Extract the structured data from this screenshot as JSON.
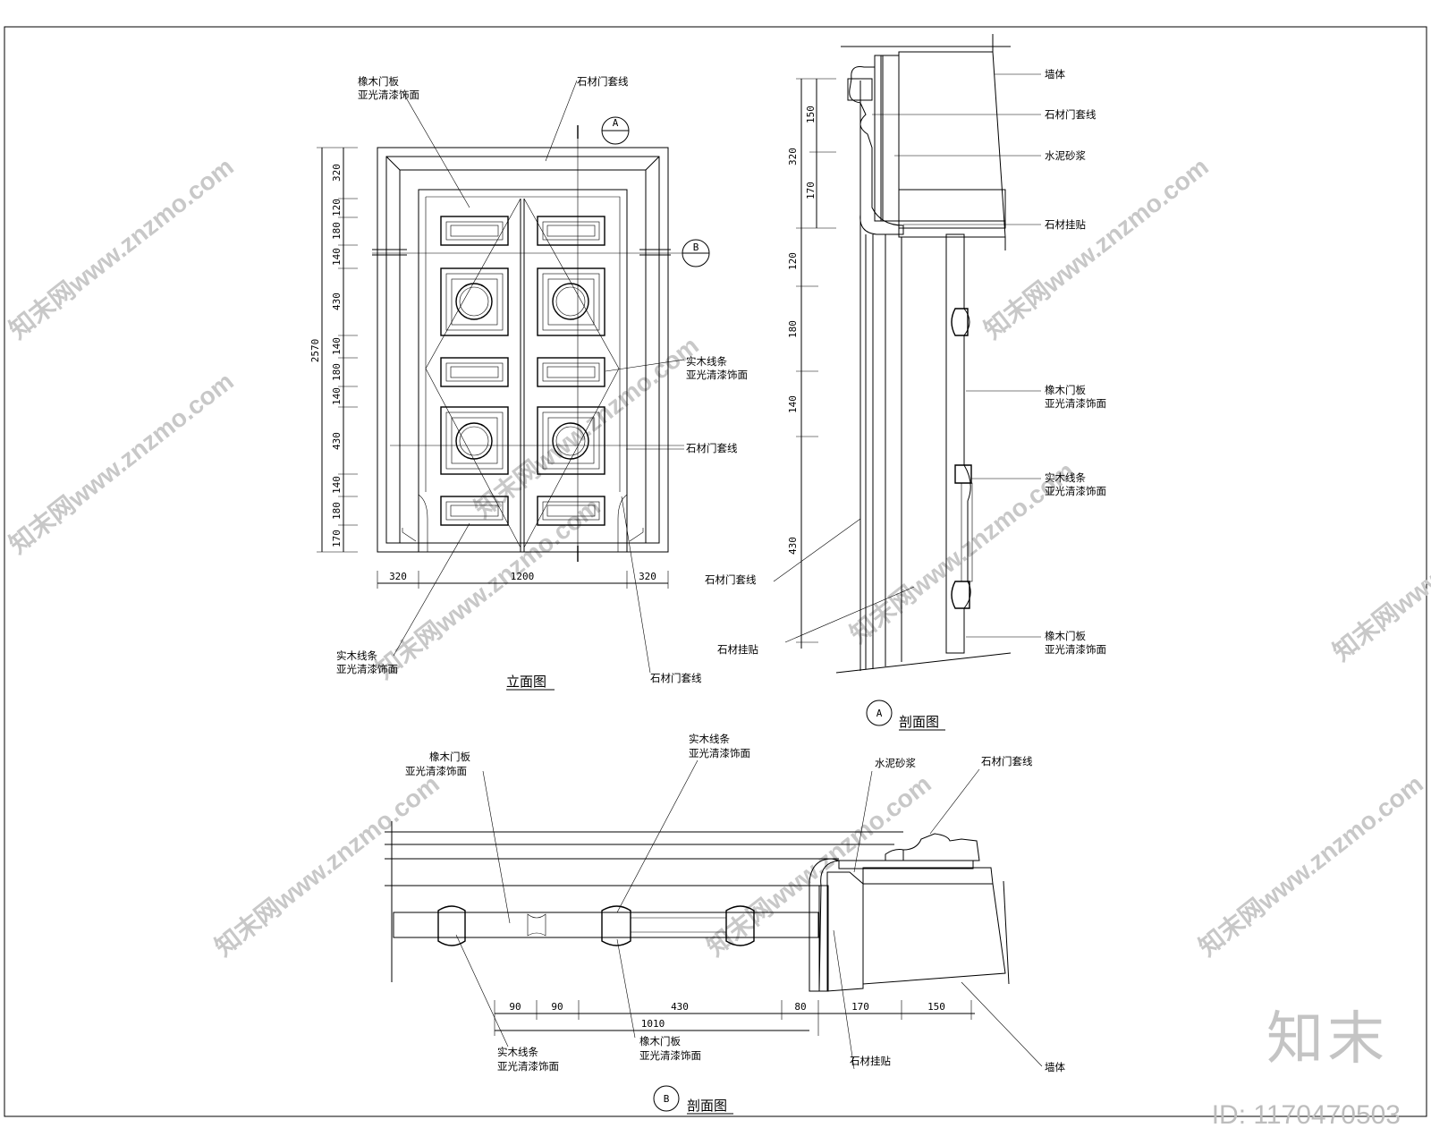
{
  "views": {
    "elevation": {
      "title": "立面图",
      "labels": {
        "panel_top": [
          "橡木门板",
          "亚光清漆饰面"
        ],
        "trim_top": "石材门套线",
        "molding_mid": [
          "实木线条",
          "亚光清漆饰面"
        ],
        "trim_mid": "石材门套线",
        "molding_bottom": [
          "实木线条",
          "亚光清漆饰面"
        ],
        "trim_bottom": "石材门套线"
      },
      "markers": {
        "a": "A",
        "b": "B"
      },
      "dims_vertical": [
        "320",
        "120",
        "180",
        "140",
        "430",
        "140",
        "180",
        "140",
        "430",
        "140",
        "180",
        "170"
      ],
      "dim_total": "2570",
      "dims_horizontal": [
        "320",
        "1200",
        "320"
      ]
    },
    "section_a": {
      "title": "剖面图",
      "marker": "A",
      "dims_vertical": [
        "150",
        "170",
        "320",
        "120",
        "180",
        "140",
        "430"
      ],
      "labels": {
        "wall": "墙体",
        "trim": "石材门套线",
        "mortar": "水泥砂浆",
        "hanger": "石材挂贴",
        "panel_1": [
          "橡木门板",
          "亚光清漆饰面"
        ],
        "molding": [
          "实木线条",
          "亚光清漆饰面"
        ],
        "panel_2": [
          "橡木门板",
          "亚光清漆饰面"
        ],
        "left_trim": "石材门套线",
        "left_hanger": "石材挂贴"
      }
    },
    "section_b": {
      "title": "剖面图",
      "marker": "B",
      "dims": [
        "90",
        "90",
        "430",
        "80",
        "170",
        "150"
      ],
      "dim_total": "1010",
      "labels": {
        "panel_top": [
          "橡木门板",
          "亚光清漆饰面"
        ],
        "molding_top": [
          "实木线条",
          "亚光清漆饰面"
        ],
        "mortar": "水泥砂浆",
        "trim": "石材门套线",
        "molding_bottom": [
          "实木线条",
          "亚光清漆饰面"
        ],
        "panel_bottom": [
          "橡木门板",
          "亚光清漆饰面"
        ],
        "hanger": "石材挂贴",
        "wall": "墙体"
      }
    }
  },
  "watermark": {
    "site": "知末网www.znzmo.com",
    "brand": "知末",
    "image_id": "ID: 1170470503"
  }
}
